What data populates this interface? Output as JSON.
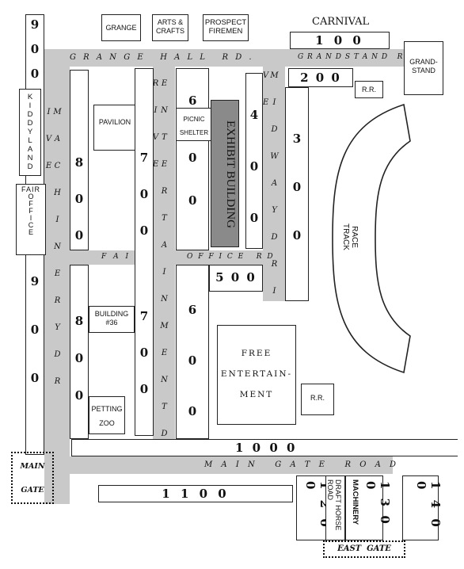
{
  "top_buildings": {
    "grange": "GRANGE",
    "arts_crafts": "ARTS &\nCRAFTS",
    "prospect_firemen": "PROSPECT\nFIREMEN",
    "carnival": "CARNIVAL",
    "lot_100": "1 0 0",
    "grandstand": "GRAND-\nSTAND"
  },
  "roads": {
    "grange_hall_rd": "G R A N G E   H A L L   R D .",
    "grandstand_rd": "G R A N D S T A N D   R D",
    "machinery_drive": "M A C H I N E R Y   D R I V E",
    "entertainment_drive": "E N T E R T A I N M E N T   D R I V E",
    "midway_drive": "M I D W A Y   D R I V E",
    "fair_office_rd_1": "F A I R",
    "fair_office_rd_2": "O F F I C E   R D",
    "main_gate_road": "M A I N   G A T E   R O A D"
  },
  "lots": {
    "lot_900_top": [
      "9",
      "0",
      "0"
    ],
    "lot_900_bottom": [
      "9",
      "0",
      "0"
    ],
    "lot_800_top": [
      "8",
      "0",
      "0"
    ],
    "lot_800_bottom": [
      "8",
      "0",
      "0"
    ],
    "lot_700_top": [
      "7",
      "0",
      "0"
    ],
    "lot_700_bottom": [
      "7",
      "0",
      "0"
    ],
    "lot_600_top": [
      "6",
      "0",
      "0"
    ],
    "lot_600_bottom": [
      "6",
      "0",
      "0"
    ],
    "lot_400": [
      "4",
      "0",
      "0"
    ],
    "lot_300": [
      "3",
      "0",
      "0"
    ],
    "lot_200": "2 0 0",
    "lot_500": "5 0 0",
    "lot_1000": "1 0 0 0",
    "lot_1100": "1 1 0 0",
    "lot_1200": "1 2 0 0",
    "lot_1300": "1 3 0 0",
    "lot_1400": "1 4 0 0"
  },
  "places": {
    "kiddyland": [
      "K",
      "I",
      "D",
      "D",
      "Y",
      "L",
      "A",
      "N",
      "D"
    ],
    "fair_office": [
      "F",
      "A",
      "I",
      "R",
      "O",
      "F",
      "F",
      "I",
      "C",
      "E"
    ],
    "pavilion": "PAVILION",
    "picnic_shelter": "PICNIC\nSHELTER",
    "exhibit_building": "EXHIBIT BUILDING",
    "race_track": "RACE TRACK",
    "rr_top": "R.R.",
    "rr_bottom": "R.R.",
    "building_36": "BUILDING\n#36",
    "petting_zoo": "PETTING\nZOO",
    "free_entertainment": "FREE\nENTERTAIN-\nMENT",
    "machinery": "MACHINERY",
    "draft_horse_road": "DRAFT HORSE\nROAD",
    "main_gate": "MAIN\nGATE",
    "east_gate": "EAST  GATE"
  },
  "colors": {
    "road": "#c9c9c9",
    "exhibit_fill": "#8a8a8a",
    "outline": "#222222"
  }
}
